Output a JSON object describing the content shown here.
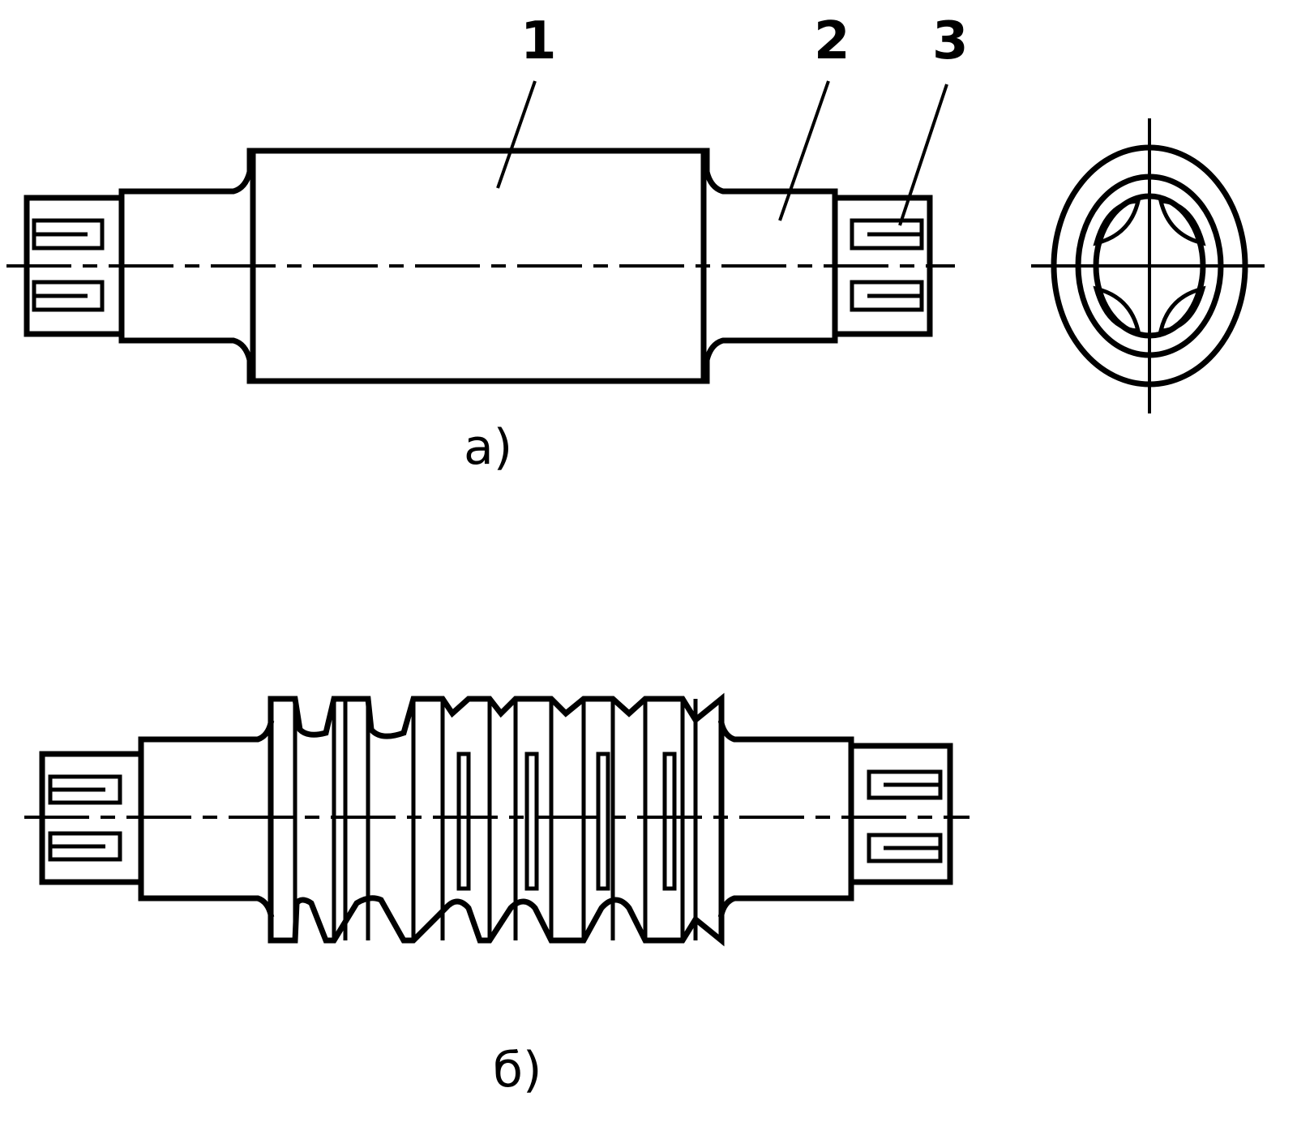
{
  "callouts": {
    "c1": "1",
    "c2": "2",
    "c3": "3"
  },
  "captions": {
    "a": "а)",
    "b": "б)"
  },
  "colors": {
    "ink": "#000000",
    "background": "#ffffff"
  }
}
